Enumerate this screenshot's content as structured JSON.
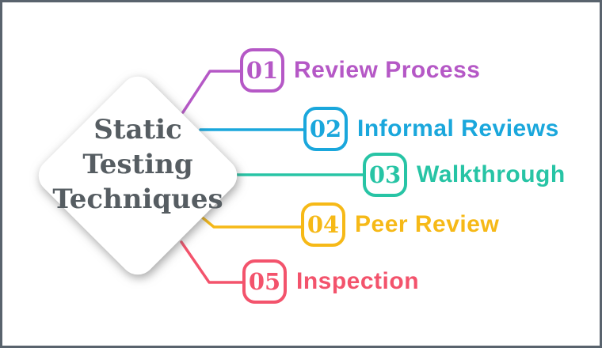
{
  "frame": {
    "background": "#FFFFFF",
    "border_color": "#59636D"
  },
  "diamond": {
    "line1": "Static",
    "line2": "Testing",
    "line3": "Techniques",
    "text_color": "#565D62",
    "fill": "#FFFFFF"
  },
  "items": [
    {
      "number": "01",
      "label": "Review Process",
      "color": "#B558C6"
    },
    {
      "number": "02",
      "label": "Informal Reviews",
      "color": "#1AA7DC"
    },
    {
      "number": "03",
      "label": "Walkthrough",
      "color": "#27C4A5"
    },
    {
      "number": "04",
      "label": "Peer Review",
      "color": "#F6B917"
    },
    {
      "number": "05",
      "label": "Inspection",
      "color": "#F3536C"
    }
  ]
}
